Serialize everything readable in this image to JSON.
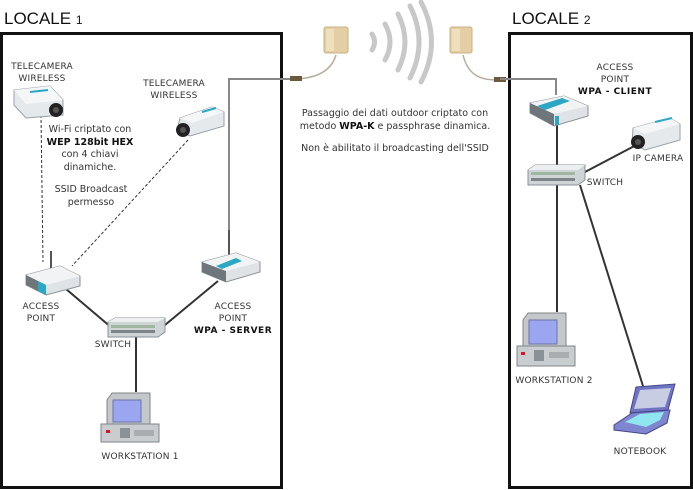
{
  "locale_1": {
    "title": "LOCALE",
    "number": "1",
    "camera_1": {
      "label_line1": "TELECAMERA",
      "label_line2": "WIRELESS"
    },
    "camera_2": {
      "label_line1": "TELECAMERA",
      "label_line2": "WIRELESS"
    },
    "wifi_note": {
      "line1": "Wi-Fi criptato con",
      "line2_bold": "WEP 128bit HEX",
      "line3": "con 4 chiavi",
      "line4": "dinamiche."
    },
    "ssid_note": {
      "line1": "SSID Broadcast",
      "line2": "permesso"
    },
    "access_point": {
      "label_line1": "ACCESS",
      "label_line2": "POINT"
    },
    "access_point_server": {
      "label_line1": "ACCESS",
      "label_line2": "POINT",
      "label_bold": "WPA - SERVER"
    },
    "switch": {
      "label": "SWITCH"
    },
    "workstation": {
      "label": "WORKSTATION 1"
    }
  },
  "link": {
    "note_line1": "Passaggio dei dati outdoor criptato con",
    "note_line2_pre": "metodo ",
    "note_line2_bold": "WPA-K",
    "note_line2_post": " e passphrase dinamica.",
    "note_line3": "Non è abilitato il broadcasting dell'SSID"
  },
  "locale_2": {
    "title": "LOCALE",
    "number": "2",
    "access_point_client": {
      "label_line1": "ACCESS",
      "label_line2": "POINT",
      "label_bold": "WPA - CLIENT"
    },
    "ip_camera": {
      "label": "IP CAMERA"
    },
    "switch": {
      "label": "SWITCH"
    },
    "workstation": {
      "label": "WORKSTATION 2"
    },
    "notebook": {
      "label": "NOTEBOOK"
    }
  },
  "colors": {
    "border": "#111111",
    "cable": "#333333",
    "antenna_cable": "#8a8a8a",
    "antenna": "#e3cfa3",
    "waves": "#c8c8c8",
    "device_body": "#d9dde0",
    "device_accent": "#2aa8c4",
    "screen": "#9aa6f0"
  }
}
